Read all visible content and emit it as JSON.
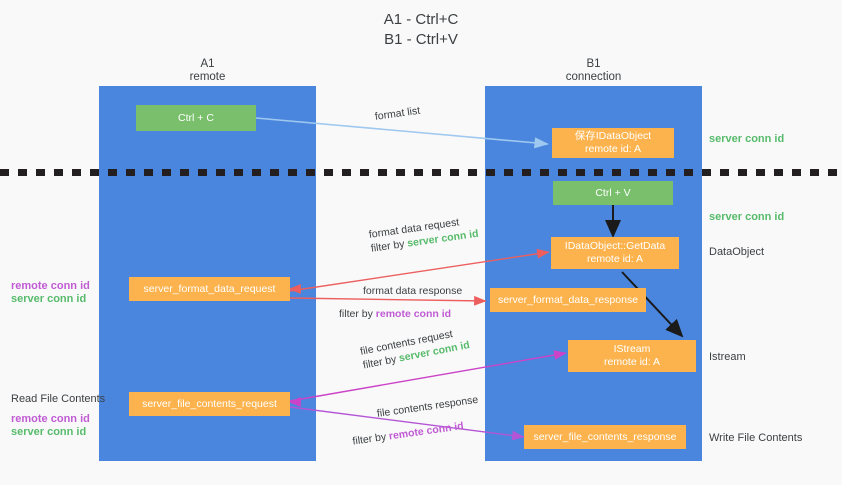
{
  "title": {
    "line1": "A1 - Ctrl+C",
    "line2": "B1 - Ctrl+V"
  },
  "columns": {
    "left": {
      "name": "A1",
      "role": "remote"
    },
    "right": {
      "name": "B1",
      "role": "connection"
    }
  },
  "nodes": {
    "ctrl_c": "Ctrl + C",
    "ctrl_v": "Ctrl + V",
    "save_data_object_l1": "保存IDataObject",
    "save_data_object_l2": "remote id: A",
    "get_data_l1": "IDataObject::GetData",
    "get_data_l2": "remote id: A",
    "istream_l1": "IStream",
    "istream_l2": "remote id: A",
    "format_data_request": "server_format_data_request",
    "format_data_response": "server_format_data_response",
    "file_contents_request": "server_file_contents_request",
    "file_contents_response": "server_file_contents_response"
  },
  "edges": {
    "format_list": "format list",
    "format_data_request_l1": "format data request",
    "format_data_request_filter_prefix": "filter by ",
    "format_data_request_filter_value": "server conn id",
    "format_data_response_l1": "format data response",
    "format_data_response_filter_prefix": "filter by ",
    "format_data_response_filter_value": "remote conn id",
    "file_contents_request_l1": "file contents request",
    "file_contents_request_filter_prefix": "filter by ",
    "file_contents_request_filter_value": "server conn id",
    "file_contents_response_l1": "file contents response",
    "file_contents_response_filter_prefix": "filter by ",
    "file_contents_response_filter_value": "remote conn id"
  },
  "annotations": {
    "right_server_conn_id_top": "server conn id",
    "right_server_conn_id_mid": "server conn id",
    "right_data_object": "DataObject",
    "right_istream": "Istream",
    "right_write_file_contents": "Write File Contents",
    "left_remote_conn_id_mid": "remote conn id",
    "left_server_conn_id_mid": "server conn id",
    "left_read_file_contents": "Read File Contents",
    "left_remote_conn_id_bottom": "remote conn id",
    "left_server_conn_id_bottom": "server conn id"
  },
  "colors": {
    "lane": "#4a86dd",
    "green_box": "#79bf6c",
    "orange_box": "#fcb34d",
    "green_text": "#57bb6b",
    "purple_text": "#c05bd4",
    "arrow_blue": "#9ec8ef",
    "arrow_red": "#ed5f5f",
    "arrow_magenta": "#cc43c8",
    "arrow_purple": "#b455d6",
    "arrow_black": "#1a1a1a",
    "background": "#f9f9f9"
  }
}
